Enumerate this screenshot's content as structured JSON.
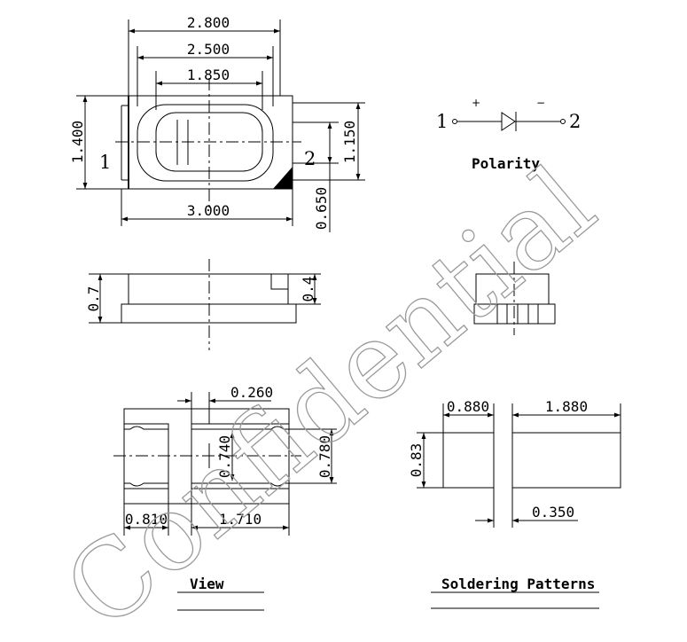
{
  "top_view": {
    "dim_width_total": "2.800",
    "dim_width_mid": "2.500",
    "dim_width_inner": "1.850",
    "dim_height_total": "1.400",
    "dim_height_inner": "1.150",
    "dim_bottom_width": "3.000",
    "dim_offset": "0.650",
    "pin1": "1",
    "pin2": "2"
  },
  "polarity": {
    "pin1": "1",
    "pin2": "2",
    "plus": "+",
    "minus": "−",
    "label": "Polarity"
  },
  "side_view": {
    "dim_height": "0.7",
    "dim_step": "0.4"
  },
  "bottom_view": {
    "dim_gap": "0.260",
    "dim_inner_height": "0.740",
    "dim_outer_height": "0.780",
    "dim_left_width": "0.810",
    "dim_pad_width": "1.710",
    "caption": "View"
  },
  "soldering": {
    "dim_left_pad": "0.880",
    "dim_right_pad": "1.880",
    "dim_height": "0.83",
    "dim_gap": "0.350",
    "caption": "Soldering Patterns"
  },
  "watermark": "Confidential"
}
